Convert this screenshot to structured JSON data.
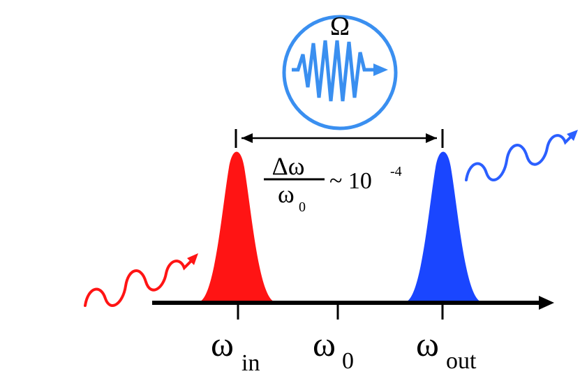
{
  "diagram": {
    "circle": {
      "label": "Ω",
      "icon": "phonon-squiggle-arrow-icon"
    },
    "ratio": {
      "numerator": "Δω",
      "denominator_main": "ω",
      "denominator_sub": "0",
      "approx": "~ 10",
      "exponent": "-4"
    },
    "axis": {
      "labels": [
        {
          "main": "ω",
          "sub": "in"
        },
        {
          "main": "ω",
          "sub": "0"
        },
        {
          "main": "ω",
          "sub": "out"
        }
      ]
    },
    "peaks": [
      {
        "name": "input-peak",
        "color": "#ff1414"
      },
      {
        "name": "output-peak",
        "color": "#1a46ff"
      }
    ],
    "photons": [
      {
        "name": "incoming-photon",
        "color": "#ff1414"
      },
      {
        "name": "outgoing-photon",
        "color": "#2b5fff"
      }
    ],
    "accent_circle_color": "#3a8ff0"
  }
}
